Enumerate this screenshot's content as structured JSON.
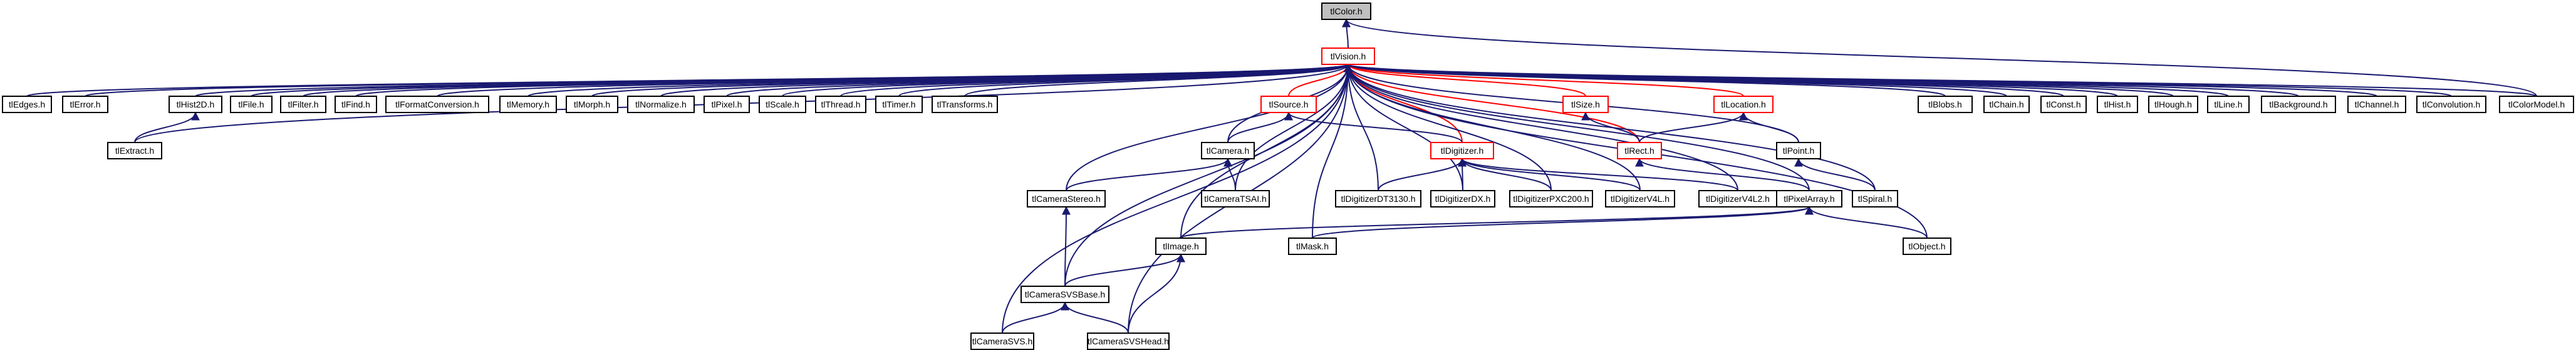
{
  "diagram": {
    "type": "include-dependency-graph",
    "colors": {
      "edge": "#191970",
      "edge_highlight": "#ff0000",
      "node_border": "#000000",
      "node_border_truncated": "#ff0000",
      "root_fill": "#bfbfbf"
    },
    "nodes": [
      {
        "id": "tlColor",
        "label": "tlColor.h",
        "style": "root"
      },
      {
        "id": "tlVision",
        "label": "tlVision.h",
        "style": "red"
      },
      {
        "id": "tlEdges",
        "label": "tlEdges.h"
      },
      {
        "id": "tlError",
        "label": "tlError.h"
      },
      {
        "id": "tlHist2D",
        "label": "tlHist2D.h"
      },
      {
        "id": "tlExtract",
        "label": "tlExtract.h"
      },
      {
        "id": "tlFile",
        "label": "tlFile.h"
      },
      {
        "id": "tlFilter",
        "label": "tlFilter.h"
      },
      {
        "id": "tlFind",
        "label": "tlFind.h"
      },
      {
        "id": "tlFormatConversion",
        "label": "tlFormatConversion.h"
      },
      {
        "id": "tlMemory",
        "label": "tlMemory.h"
      },
      {
        "id": "tlMorph",
        "label": "tlMorph.h"
      },
      {
        "id": "tlNormalize",
        "label": "tlNormalize.h"
      },
      {
        "id": "tlPixel",
        "label": "tlPixel.h"
      },
      {
        "id": "tlScale",
        "label": "tlScale.h"
      },
      {
        "id": "tlThread",
        "label": "tlThread.h"
      },
      {
        "id": "tlTimer",
        "label": "tlTimer.h"
      },
      {
        "id": "tlTransforms",
        "label": "tlTransforms.h"
      },
      {
        "id": "tlSource",
        "label": "tlSource.h",
        "style": "red"
      },
      {
        "id": "tlSize",
        "label": "tlSize.h",
        "style": "red"
      },
      {
        "id": "tlLocation",
        "label": "tlLocation.h",
        "style": "red"
      },
      {
        "id": "tlBlobs",
        "label": "tlBlobs.h"
      },
      {
        "id": "tlChain",
        "label": "tlChain.h"
      },
      {
        "id": "tlConst",
        "label": "tlConst.h"
      },
      {
        "id": "tlHist",
        "label": "tlHist.h"
      },
      {
        "id": "tlHough",
        "label": "tlHough.h"
      },
      {
        "id": "tlLine",
        "label": "tlLine.h"
      },
      {
        "id": "tlBackground",
        "label": "tlBackground.h"
      },
      {
        "id": "tlChannel",
        "label": "tlChannel.h"
      },
      {
        "id": "tlConvolution",
        "label": "tlConvolution.h"
      },
      {
        "id": "tlColorModel",
        "label": "tlColorModel.h"
      },
      {
        "id": "tlCamera",
        "label": "tlCamera.h"
      },
      {
        "id": "tlDigitizer",
        "label": "tlDigitizer.h",
        "style": "red"
      },
      {
        "id": "tlRect",
        "label": "tlRect.h",
        "style": "red"
      },
      {
        "id": "tlPoint",
        "label": "tlPoint.h"
      },
      {
        "id": "tlCameraStereo",
        "label": "tlCameraStereo.h"
      },
      {
        "id": "tlCameraTSAI",
        "label": "tlCameraTSAI.h"
      },
      {
        "id": "tlDigitizerDT3130",
        "label": "tlDigitizerDT3130.h"
      },
      {
        "id": "tlDigitizerDX",
        "label": "tlDigitizerDX.h"
      },
      {
        "id": "tlDigitizerPXC200",
        "label": "tlDigitizerPXC200.h"
      },
      {
        "id": "tlDigitizerV4L",
        "label": "tlDigitizerV4L.h"
      },
      {
        "id": "tlDigitizerV4L2",
        "label": "tlDigitizerV4L2.h"
      },
      {
        "id": "tlPixelArray",
        "label": "tlPixelArray.h"
      },
      {
        "id": "tlSpiral",
        "label": "tlSpiral.h"
      },
      {
        "id": "tlImage",
        "label": "tlImage.h"
      },
      {
        "id": "tlMask",
        "label": "tlMask.h"
      },
      {
        "id": "tlObject",
        "label": "tlObject.h"
      },
      {
        "id": "tlCameraSVSBase",
        "label": "tlCameraSVSBase.h"
      },
      {
        "id": "tlCameraSVS",
        "label": "tlCameraSVS.h"
      },
      {
        "id": "tlCameraSVSHead",
        "label": "tlCameraSVSHead.h"
      }
    ],
    "edges": [
      [
        "tlVision",
        "tlColor"
      ],
      [
        "tlColorModel",
        "tlColor"
      ],
      [
        "tlEdges",
        "tlVision"
      ],
      [
        "tlError",
        "tlVision"
      ],
      [
        "tlHist2D",
        "tlVision"
      ],
      [
        "tlExtract",
        "tlVision"
      ],
      [
        "tlFile",
        "tlVision"
      ],
      [
        "tlFilter",
        "tlVision"
      ],
      [
        "tlFind",
        "tlVision"
      ],
      [
        "tlFormatConversion",
        "tlVision"
      ],
      [
        "tlMemory",
        "tlVision"
      ],
      [
        "tlMorph",
        "tlVision"
      ],
      [
        "tlNormalize",
        "tlVision"
      ],
      [
        "tlPixel",
        "tlVision"
      ],
      [
        "tlScale",
        "tlVision"
      ],
      [
        "tlThread",
        "tlVision"
      ],
      [
        "tlTimer",
        "tlVision"
      ],
      [
        "tlTransforms",
        "tlVision"
      ],
      [
        "tlSource",
        "tlVision"
      ],
      [
        "tlSize",
        "tlVision"
      ],
      [
        "tlLocation",
        "tlVision"
      ],
      [
        "tlBlobs",
        "tlVision"
      ],
      [
        "tlChain",
        "tlVision"
      ],
      [
        "tlConst",
        "tlVision"
      ],
      [
        "tlHist",
        "tlVision"
      ],
      [
        "tlHough",
        "tlVision"
      ],
      [
        "tlLine",
        "tlVision"
      ],
      [
        "tlBackground",
        "tlVision"
      ],
      [
        "tlChannel",
        "tlVision"
      ],
      [
        "tlConvolution",
        "tlVision"
      ],
      [
        "tlColorModel",
        "tlVision"
      ],
      [
        "tlCamera",
        "tlVision"
      ],
      [
        "tlDigitizer",
        "tlVision"
      ],
      [
        "tlRect",
        "tlVision"
      ],
      [
        "tlPoint",
        "tlVision"
      ],
      [
        "tlCameraStereo",
        "tlVision"
      ],
      [
        "tlCameraTSAI",
        "tlVision"
      ],
      [
        "tlDigitizerDT3130",
        "tlVision"
      ],
      [
        "tlDigitizerDX",
        "tlVision"
      ],
      [
        "tlDigitizerPXC200",
        "tlVision"
      ],
      [
        "tlDigitizerV4L",
        "tlVision"
      ],
      [
        "tlDigitizerV4L2",
        "tlVision"
      ],
      [
        "tlPixelArray",
        "tlVision"
      ],
      [
        "tlSpiral",
        "tlVision"
      ],
      [
        "tlImage",
        "tlVision"
      ],
      [
        "tlMask",
        "tlVision"
      ],
      [
        "tlObject",
        "tlVision"
      ],
      [
        "tlCameraSVSBase",
        "tlVision"
      ],
      [
        "tlCameraSVS",
        "tlVision"
      ],
      [
        "tlCameraSVSHead",
        "tlVision"
      ],
      [
        "tlExtract",
        "tlHist2D"
      ],
      [
        "tlCamera",
        "tlSource"
      ],
      [
        "tlDigitizer",
        "tlSource"
      ],
      [
        "tlRect",
        "tlSize"
      ],
      [
        "tlRect",
        "tlLocation"
      ],
      [
        "tlPoint",
        "tlLocation"
      ],
      [
        "tlCameraStereo",
        "tlCamera"
      ],
      [
        "tlCameraTSAI",
        "tlCamera"
      ],
      [
        "tlDigitizerDT3130",
        "tlDigitizer"
      ],
      [
        "tlDigitizerDX",
        "tlDigitizer"
      ],
      [
        "tlDigitizerPXC200",
        "tlDigitizer"
      ],
      [
        "tlDigitizerV4L",
        "tlDigitizer"
      ],
      [
        "tlDigitizerV4L2",
        "tlDigitizer"
      ],
      [
        "tlPixelArray",
        "tlRect"
      ],
      [
        "tlSpiral",
        "tlPoint"
      ],
      [
        "tlImage",
        "tlPixelArray"
      ],
      [
        "tlMask",
        "tlPixelArray"
      ],
      [
        "tlObject",
        "tlPixelArray"
      ],
      [
        "tlCameraSVSBase",
        "tlCameraStereo"
      ],
      [
        "tlCameraSVSBase",
        "tlImage"
      ],
      [
        "tlCameraSVS",
        "tlCameraSVSBase"
      ],
      [
        "tlCameraSVSHead",
        "tlCameraSVSBase"
      ],
      [
        "tlCameraSVSHead",
        "tlImage"
      ]
    ]
  }
}
